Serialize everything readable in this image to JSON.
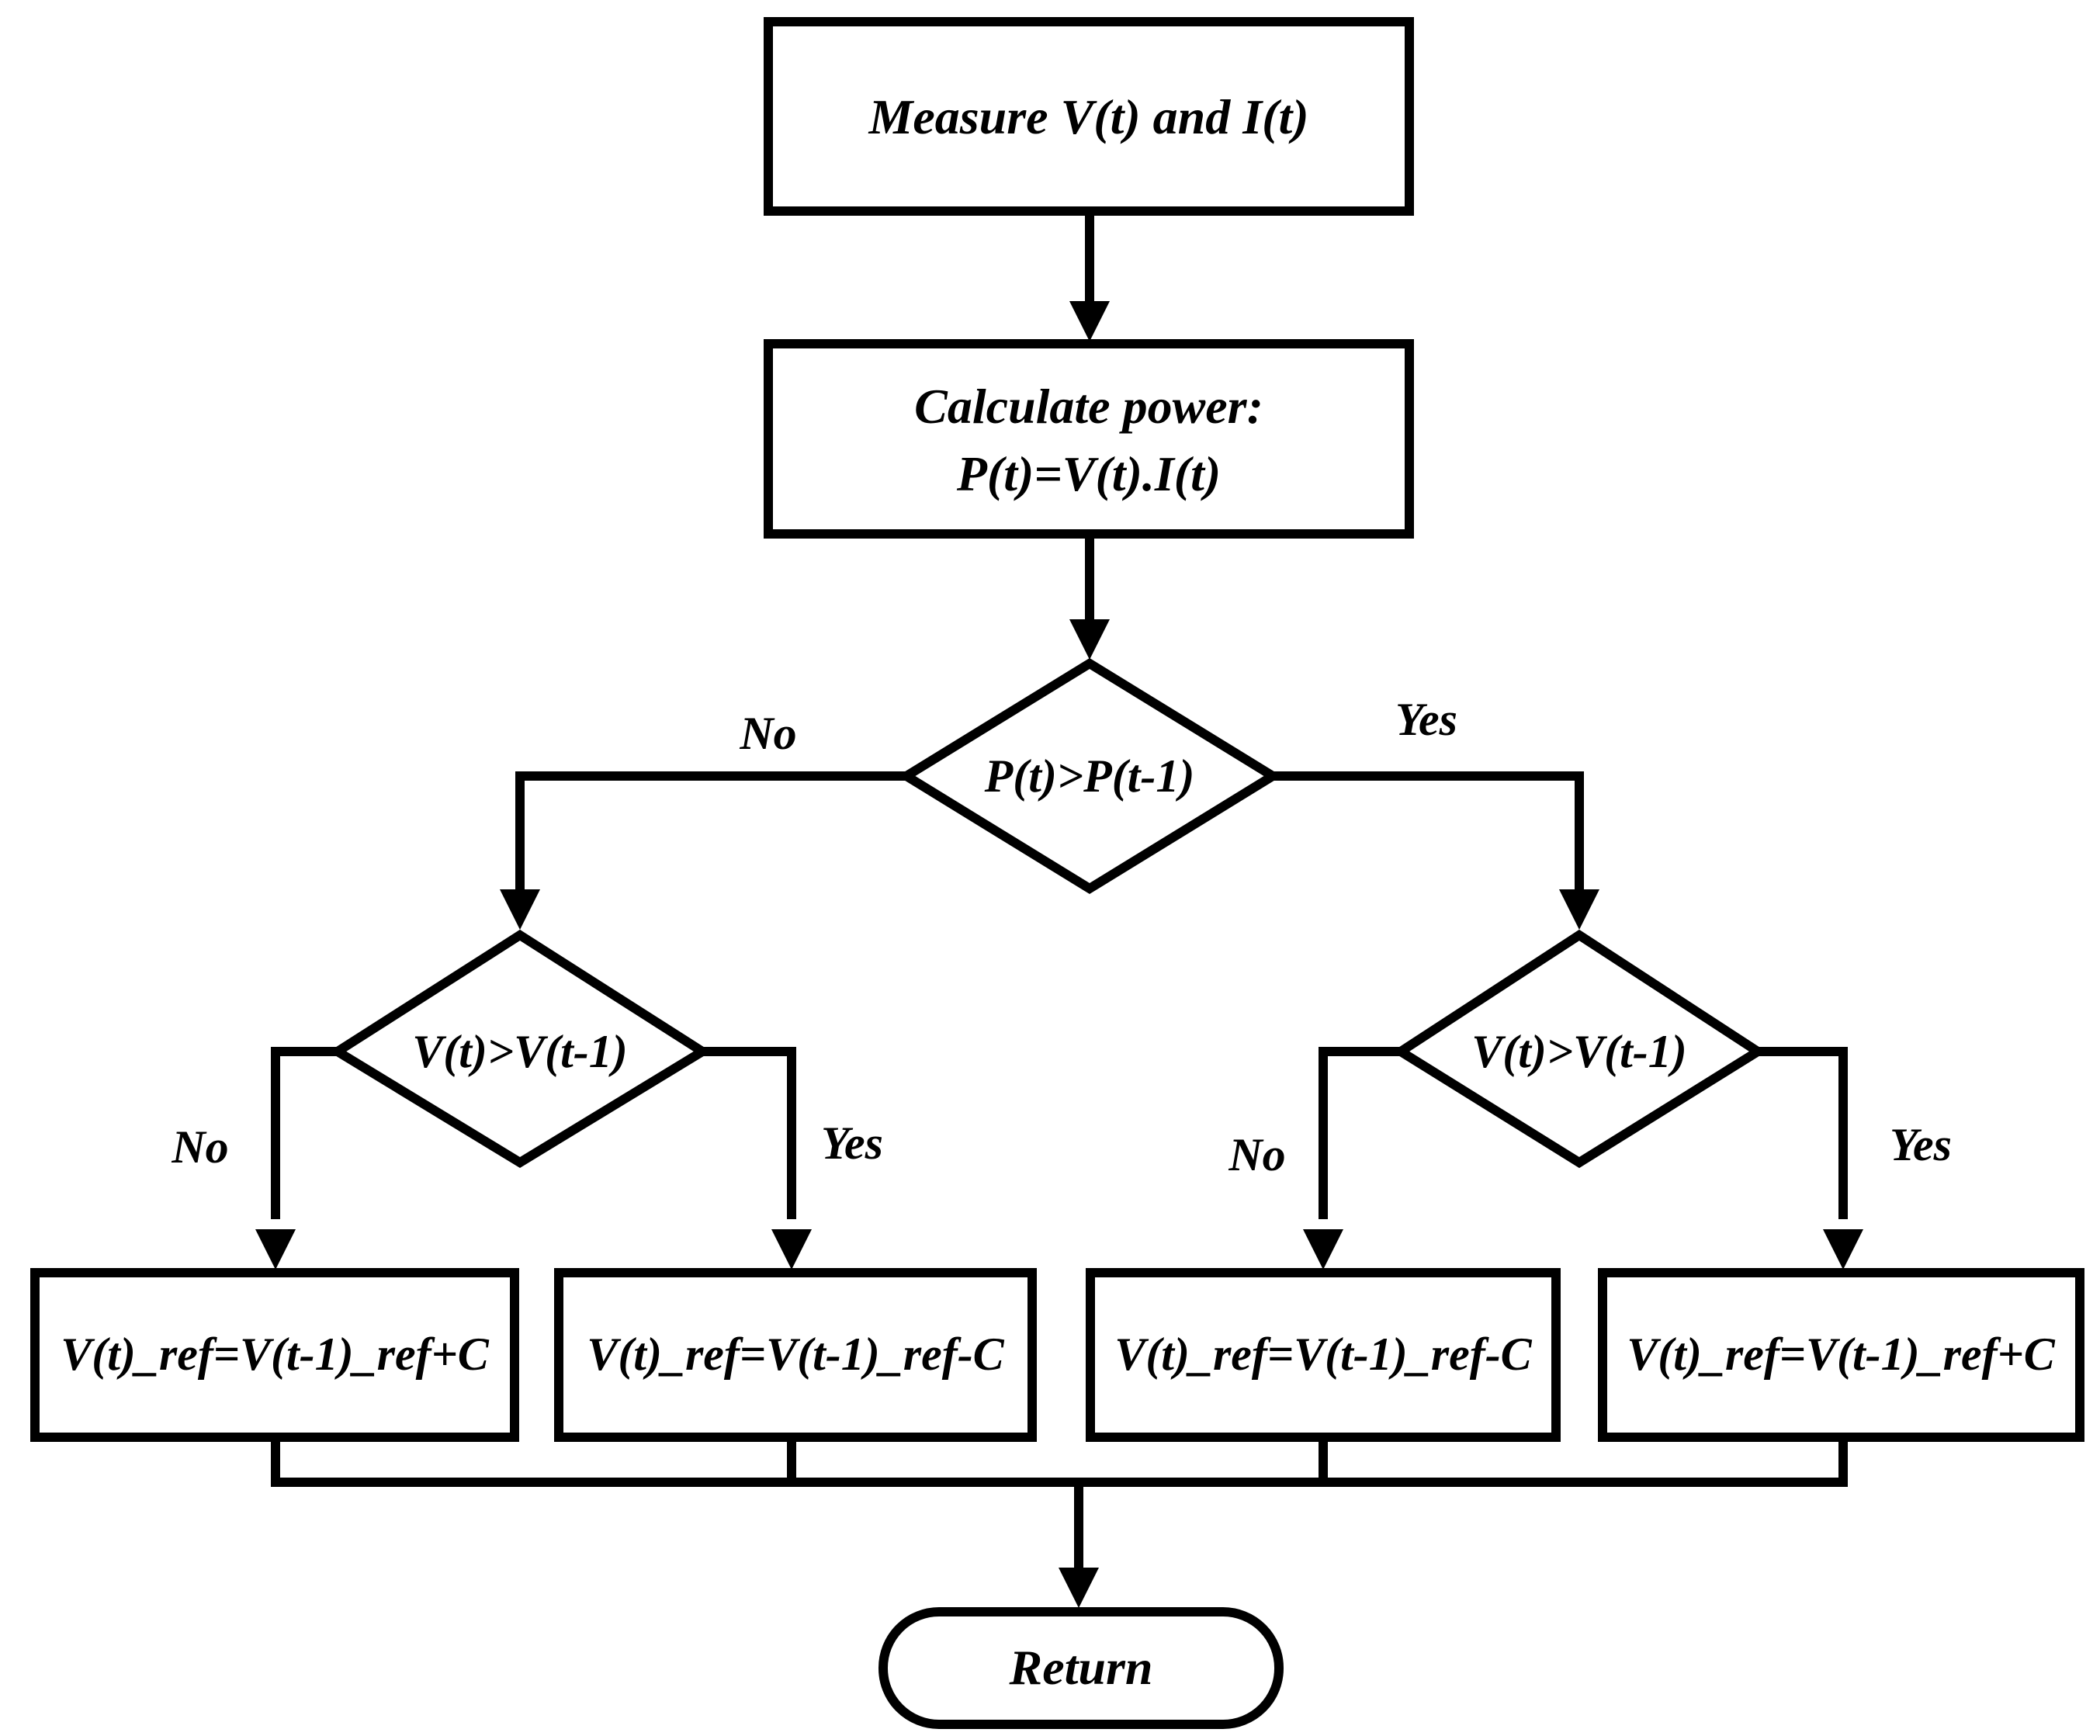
{
  "nodes": {
    "measure": "Measure V(t) and I(t)",
    "calculate_line1": "Calculate power:",
    "calculate_line2": "P(t)=V(t).I(t)",
    "decision_power": "P(t)>P(t-1)",
    "decision_voltage_left": "V(t)>V(t-1)",
    "decision_voltage_right": "V(t)>V(t-1)",
    "action_1": "V(t)_ref=V(t-1)_ref+C",
    "action_2": "V(t)_ref=V(t-1)_ref-C",
    "action_3": "V(t)_ref=V(t-1)_ref-C",
    "action_4": "V(t)_ref=V(t-1)_ref+C",
    "return": "Return"
  },
  "branches": {
    "power_no": "No",
    "power_yes": "Yes",
    "left_no": "No",
    "left_yes": "Yes",
    "right_no": "No",
    "right_yes": "Yes"
  },
  "colors": {
    "stroke": "#000000",
    "background": "#ffffff"
  }
}
